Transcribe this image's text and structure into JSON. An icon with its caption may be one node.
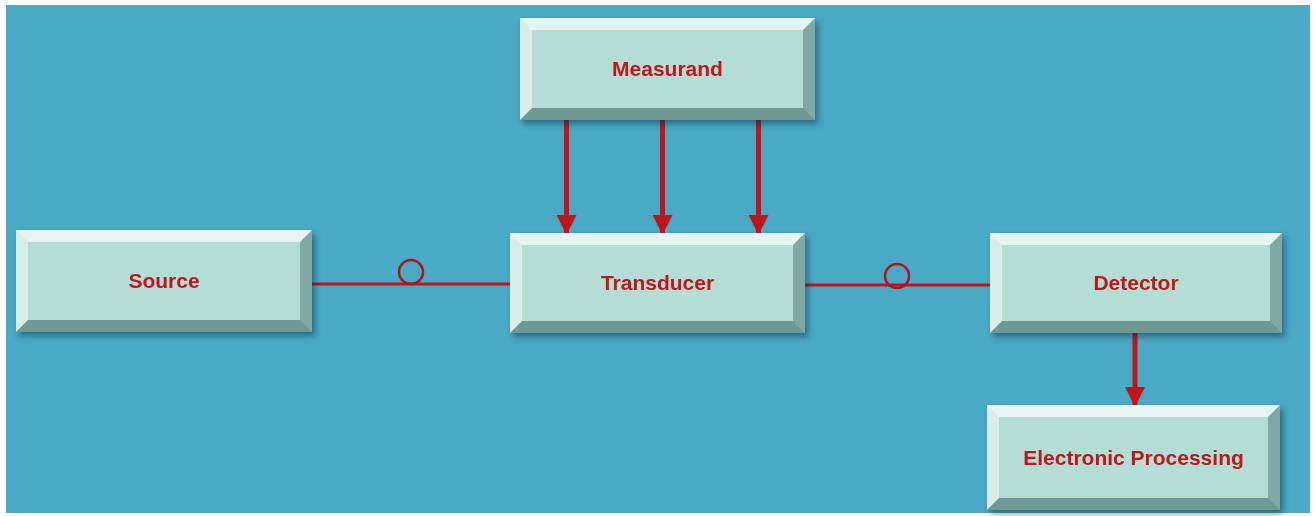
{
  "diagram": {
    "nodes": [
      {
        "text": [
          "Measurand"
        ]
      },
      {
        "text": [
          "Source"
        ]
      },
      {
        "text": [
          "Transducer"
        ]
      },
      {
        "text": [
          "Detector"
        ]
      },
      {
        "text": [
          "Electronic Processing"
        ]
      }
    ],
    "edges": [
      {
        "from": 1,
        "to": 2,
        "arrow": "none"
      },
      {
        "from": 0,
        "to": 2,
        "arrow": "to"
      },
      {
        "from": 0,
        "to": 2,
        "arrow": "to"
      },
      {
        "from": 0,
        "to": 2,
        "arrow": "to"
      },
      {
        "from": 2,
        "to": 3,
        "arrow": "none"
      },
      {
        "from": 3,
        "to": 4,
        "arrow": "to"
      }
    ]
  }
}
